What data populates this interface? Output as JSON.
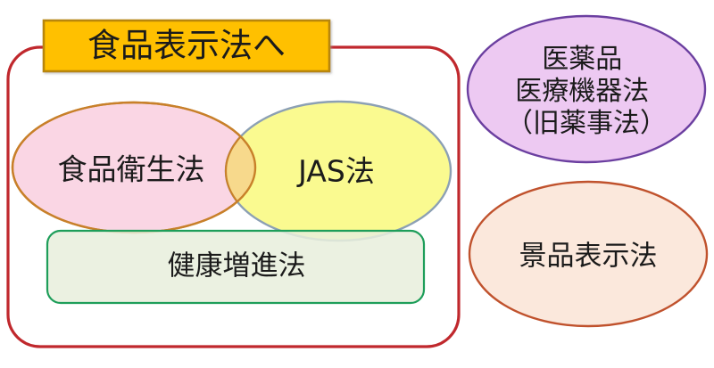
{
  "diagram": {
    "title_banner": {
      "label": "食品表示法へ",
      "fill": "#FFC000",
      "stroke": "#B8860B",
      "text_color": "#1b1b1b"
    },
    "group_boundary": {
      "name": "food-labeling-act-scope",
      "stroke": "#C0282D",
      "fill": "none"
    },
    "shapes": [
      {
        "id": "food-sanitation-act",
        "label": "食品衛生法",
        "form": "ellipse",
        "fill": "#FAD6E4",
        "stroke": "#C8802A",
        "text_color": "#1b1b1b"
      },
      {
        "id": "jas-act",
        "label": "JAS法",
        "form": "ellipse",
        "fill": "#FAFA8C",
        "stroke": "#8CA0B4",
        "text_color": "#1b1b1b"
      },
      {
        "id": "health-promotion-act",
        "label": "健康増進法",
        "form": "rounded-rectangle",
        "fill": "#E8EFDC",
        "stroke": "#1E9E5A",
        "text_color": "#1b1b1b"
      },
      {
        "id": "pharmaceutical-medical-device-act",
        "label_lines": [
          "医薬品",
          "医療機器法",
          "（旧薬事法）"
        ],
        "form": "ellipse",
        "fill": "#EDC9F2",
        "stroke": "#6B3FA0",
        "text_color": "#1b1b1b"
      },
      {
        "id": "premiums-and-representations-act",
        "label": "景品表示法",
        "form": "ellipse",
        "fill": "#FBE8DC",
        "stroke": "#C0522D",
        "text_color": "#3b3b3b"
      }
    ],
    "overlap_region": {
      "name": "sanitation-jas-overlap",
      "fill": "#F7D98C"
    }
  }
}
